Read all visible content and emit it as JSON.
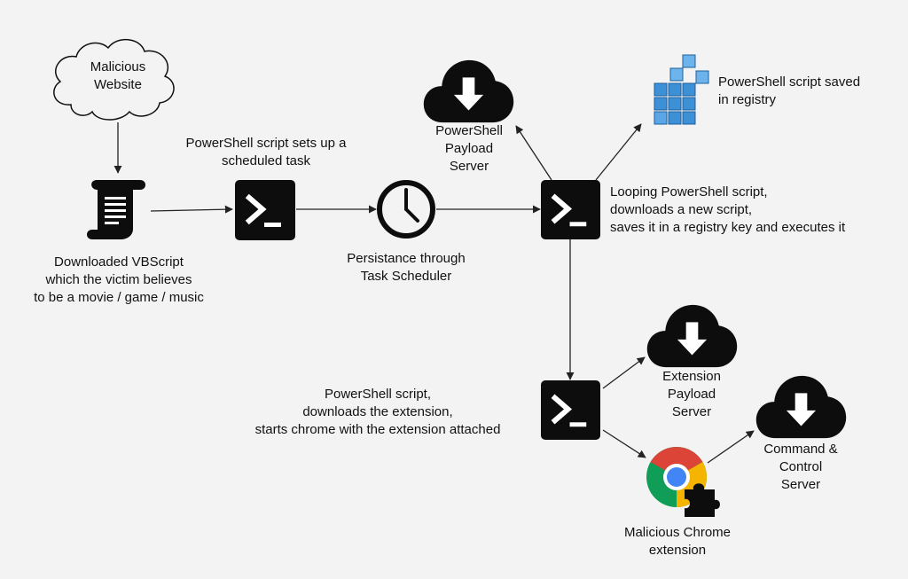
{
  "labels": {
    "malicious_website": "Malicious\nWebsite",
    "vbscript": "Downloaded VBScript\nwhich the victim believes\nto be a movie / game / music",
    "scheduled_task": "PowerShell script sets up a\nscheduled task",
    "persistence": "Persistance through\nTask Scheduler",
    "ps_payload_server": "PowerShell\nPayload\nServer",
    "registry_saved": "PowerShell script saved\nin registry",
    "looping_script": "Looping PowerShell script,\ndownloads a new script,\nsaves it in a registry key and executes it",
    "download_extension": "PowerShell script,\ndownloads the extension,\nstarts chrome with the extension attached",
    "extension_payload_server": "Extension\nPayload\nServer",
    "cnc_server": "Command &\nControl\nServer",
    "malicious_chrome": "Malicious Chrome\nextension"
  },
  "icons": {
    "cloud": "cloud-download-icon",
    "terminal": "terminal-icon",
    "clock": "clock-icon",
    "scroll": "script-scroll-icon",
    "registry": "registry-cubes-icon",
    "chrome": "chrome-icon",
    "puzzle": "puzzle-piece-icon"
  },
  "colors": {
    "background": "#f3f3f3",
    "icon": "#0d0d0d",
    "registry_blue": "#3d8fd6",
    "chrome_red": "#db4437",
    "chrome_yellow": "#f4b400",
    "chrome_green": "#0f9d58",
    "chrome_blue": "#4285f4"
  }
}
